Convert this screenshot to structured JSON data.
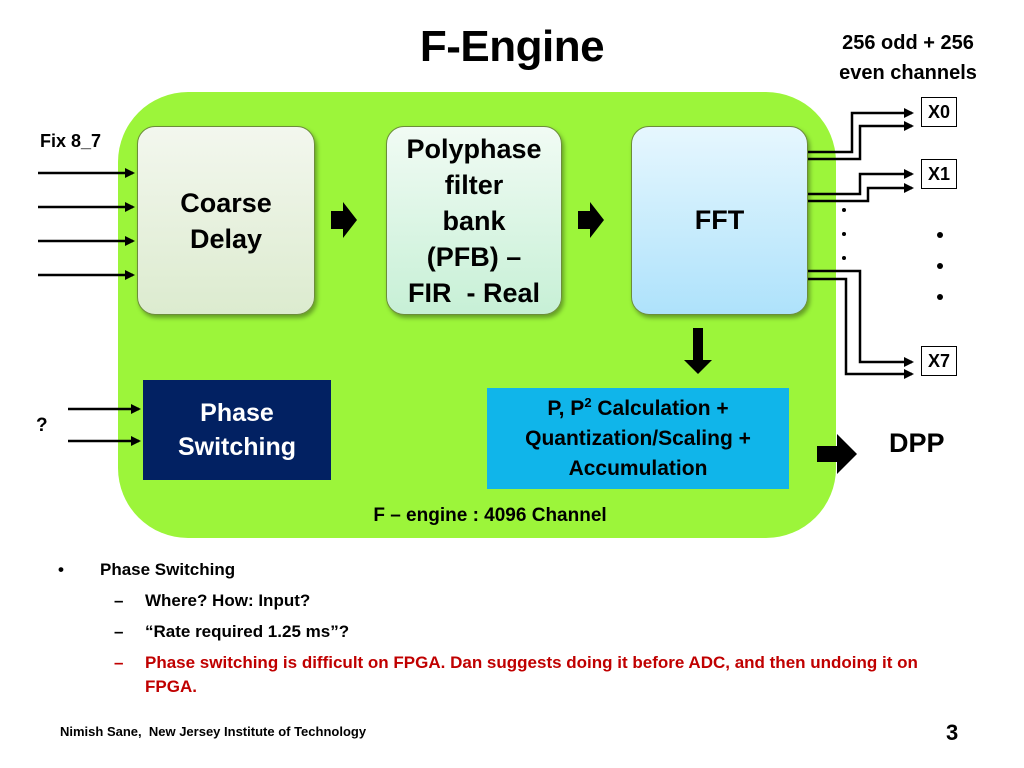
{
  "slide": {
    "title": "F-Engine",
    "channels_note_line1": "256 odd + 256",
    "channels_note_line2": "even channels",
    "page_number": "3",
    "footer": "Nimish Sane,  New Jersey Institute of Technology"
  },
  "diagram": {
    "engine_caption": "F – engine : 4096 Channel",
    "input_label_top": "Fix 8_7",
    "input_label_phase": "?",
    "output_label": "DPP",
    "blocks": {
      "coarse_delay": [
        "Coarse",
        "Delay"
      ],
      "pfb": [
        "Polyphase",
        "filter",
        "bank",
        "(PFB) –",
        "FIR  - Real"
      ],
      "fft": "FFT",
      "phase_switching": [
        "Phase",
        "Switching"
      ],
      "pcalc": {
        "line1_pre": "P, P",
        "line1_sup": "2",
        "line1_post": " Calculation +",
        "line2": "Quantization/Scaling +",
        "line3": "Accumulation"
      }
    },
    "outputs": [
      "X0",
      "X1",
      "X7"
    ],
    "ellipsis": "•"
  },
  "bullets": {
    "main": {
      "marker": "•",
      "text": "Phase Switching"
    },
    "subs": [
      {
        "marker": "–",
        "text": "Where? How: Input?",
        "color": "#000000"
      },
      {
        "marker": "–",
        "text": "“Rate required 1.25 ms”?",
        "color": "#000000"
      },
      {
        "marker": "–",
        "text": "Phase switching is difficult on FPGA. Dan suggests doing it before ADC, and then undoing it on FPGA.",
        "color": "#c00000"
      }
    ]
  },
  "colors": {
    "engine_bg": "#9cf53a",
    "phase_block": "#022162",
    "pcalc_block": "#10b5ea",
    "highlight_red": "#c00000"
  }
}
